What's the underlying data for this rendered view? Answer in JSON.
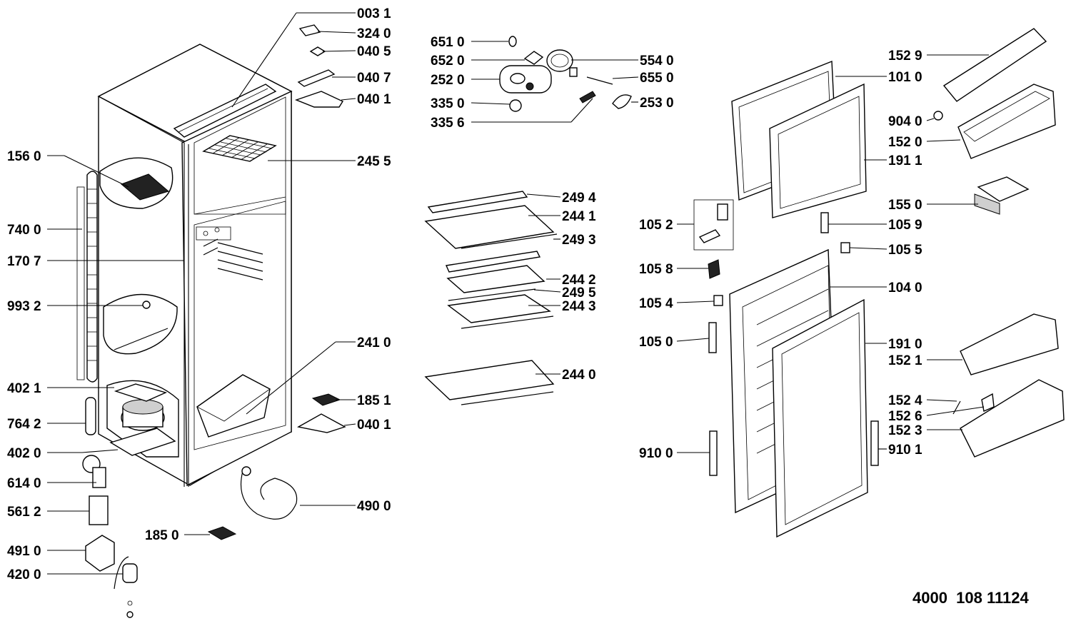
{
  "labels": {
    "l_0031": "003 1",
    "l_3240": "324 0",
    "l_0405": "040 5",
    "l_0407": "040 7",
    "l_0401a": "040 1",
    "l_2455": "245 5",
    "l_1560": "156 0",
    "l_7400": "740 0",
    "l_1707": "170 7",
    "l_9932": "993 2",
    "l_4021": "402 1",
    "l_7642": "764 2",
    "l_4020": "402 0",
    "l_6140": "614 0",
    "l_5612": "561 2",
    "l_4910": "491 0",
    "l_4200": "420 0",
    "l_2410": "241 0",
    "l_1851": "185 1",
    "l_0401b": "040 1",
    "l_4900": "490 0",
    "l_1850": "185 0",
    "l_6510": "651 0",
    "l_6520": "652 0",
    "l_2520": "252 0",
    "l_3350": "335 0",
    "l_3356": "335 6",
    "l_5540": "554 0",
    "l_6550": "655 0",
    "l_2530": "253 0",
    "l_2494": "249 4",
    "l_2441": "244 1",
    "l_2493": "249 3",
    "l_2442": "244 2",
    "l_2495": "249 5",
    "l_2443": "244 3",
    "l_2440": "244 0",
    "l_1010": "101 0",
    "l_1911": "191 1",
    "l_1052": "105 2",
    "l_1058": "105 8",
    "l_1054": "105 4",
    "l_1050": "105 0",
    "l_1059": "105 9",
    "l_1055": "105 5",
    "l_1040": "104 0",
    "l_1910": "191 0",
    "l_9100": "910 0",
    "l_9101": "910 1",
    "l_1529": "152 9",
    "l_9040": "904 0",
    "l_1520": "152 0",
    "l_1550": "155 0",
    "l_1521": "152 1",
    "l_1524": "152 4",
    "l_1526": "152 6",
    "l_1523": "152 3"
  },
  "footer": {
    "code": "4000  108 11124"
  }
}
